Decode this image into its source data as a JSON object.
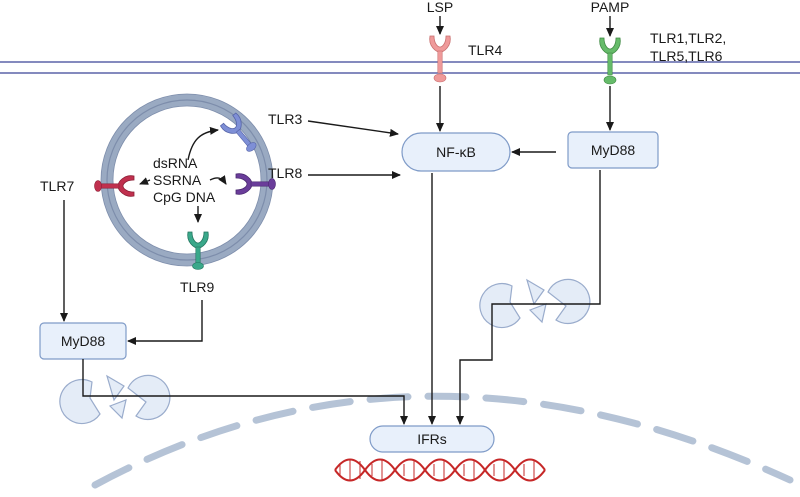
{
  "labels": {
    "lsp": "LSP",
    "pamp": "PAMP",
    "tlr4": "TLR4",
    "tlr1256_line1": "TLR1,TLR2,",
    "tlr1256_line2": "TLR5,TLR6",
    "tlr3": "TLR3",
    "tlr8": "TLR8",
    "tlr7": "TLR7",
    "tlr9": "TLR9",
    "ligand_dsrna": "dsRNA",
    "ligand_ssrna": "SSRNA",
    "ligand_cpg": "CpG DNA"
  },
  "nodes": {
    "nfkb": "NF-κB",
    "myd88_right": "MyD88",
    "myd88_left": "MyD88",
    "ifrs": "IFRs"
  },
  "colors": {
    "membrane": "#5b63a8",
    "tlr4": "#ef9a9a",
    "tlr_surface": "#66bb6a",
    "tlr3": "#7e8fd6",
    "tlr8": "#6a3d9a",
    "tlr7": "#c0304e",
    "tlr9": "#3aa88a",
    "node_fill": "#e8f0fb",
    "node_stroke": "#7f9bc8",
    "proteasome_fill": "#e4ecf7",
    "proteasome_stroke": "#9aaccc",
    "nuclear_membrane": "#aebdd0",
    "dna_red": "#c62828"
  }
}
